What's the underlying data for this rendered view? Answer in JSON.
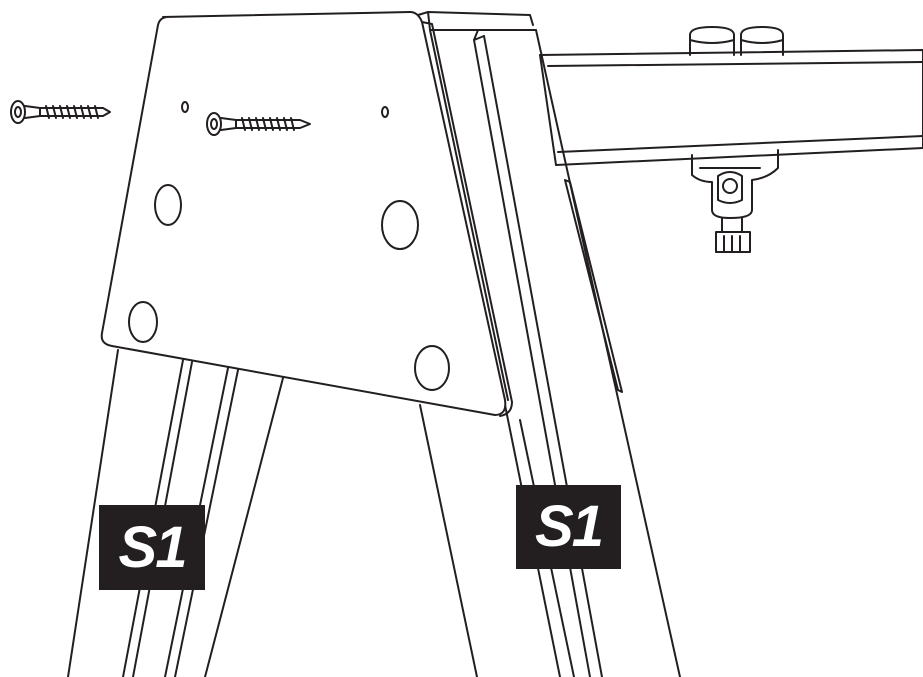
{
  "labels": {
    "left": "S1",
    "right": "S1"
  },
  "parts": {
    "screws": [
      "screw-icon",
      "screw-icon"
    ],
    "bracket": "mounting-plate",
    "legs": [
      "leg-left",
      "leg-right"
    ],
    "beam": "crossbar",
    "fixtures": [
      "cap-icon",
      "cap-icon",
      "swivel-clamp-icon"
    ]
  },
  "colors": {
    "line": "#231f20",
    "label_bg": "#231f20",
    "label_text": "#ffffff",
    "background": "#ffffff"
  }
}
